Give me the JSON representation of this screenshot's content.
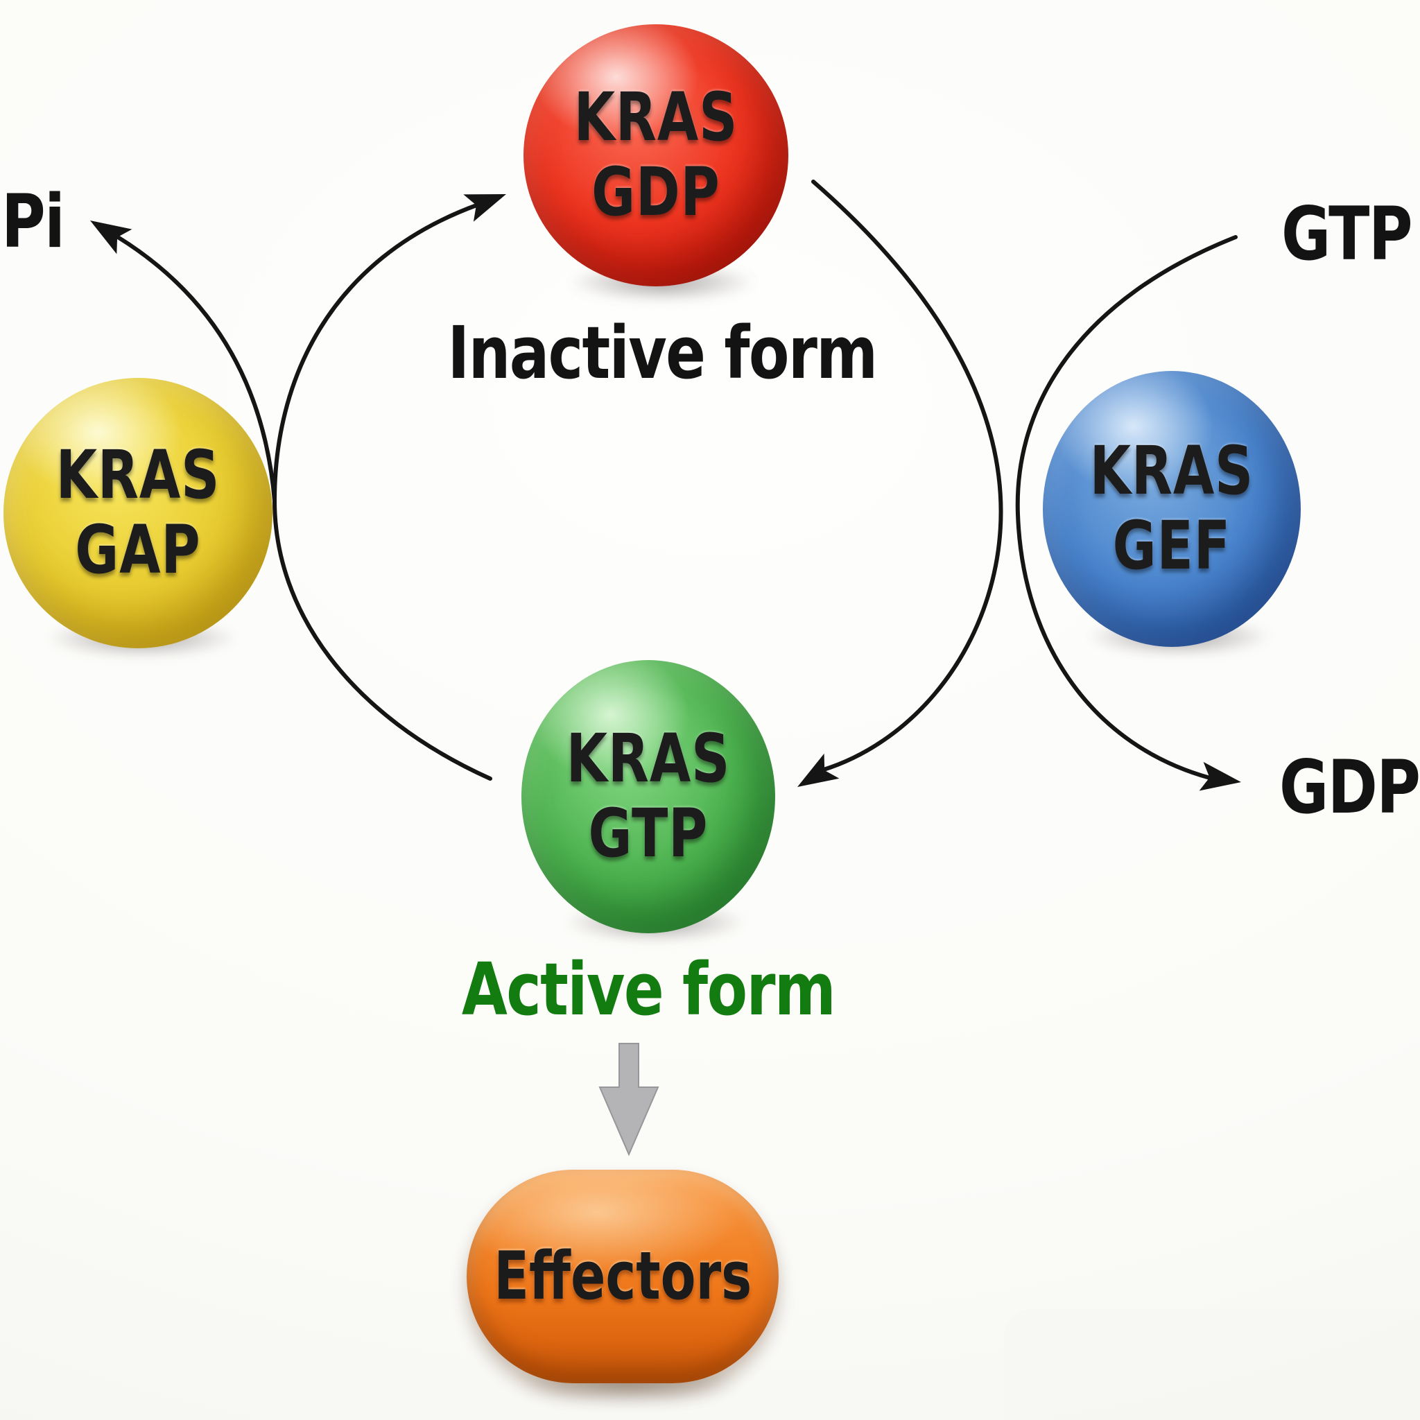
{
  "diagram": {
    "type": "cycle-diagram",
    "subject": "KRAS activation cycle",
    "states": {
      "inactive": {
        "label": "Inactive form",
        "ball": {
          "line1": "KRAS",
          "line2": "GDP"
        },
        "color": "#dc2110"
      },
      "active": {
        "label": "Active form",
        "ball": {
          "line1": "KRAS",
          "line2": "GTP"
        },
        "color": "#4eb450"
      }
    },
    "regulators": {
      "gap": {
        "ball": {
          "line1": "KRAS",
          "line2": "GAP"
        },
        "color": "#e9cd31"
      },
      "gef": {
        "ball": {
          "line1": "KRAS",
          "line2": "GEF"
        },
        "color": "#4a85cd"
      }
    },
    "molecules": {
      "pi": "Pi",
      "gtp": "GTP",
      "gdp": "GDP"
    },
    "effectors": {
      "label": "Effectors",
      "color": "#ee7619"
    },
    "colors": {
      "line": "#151515",
      "inactive_text": "#131313",
      "active_text": "#137c10",
      "gray_arrow": "#b4b4b6",
      "background": "#fbfbf8"
    }
  }
}
